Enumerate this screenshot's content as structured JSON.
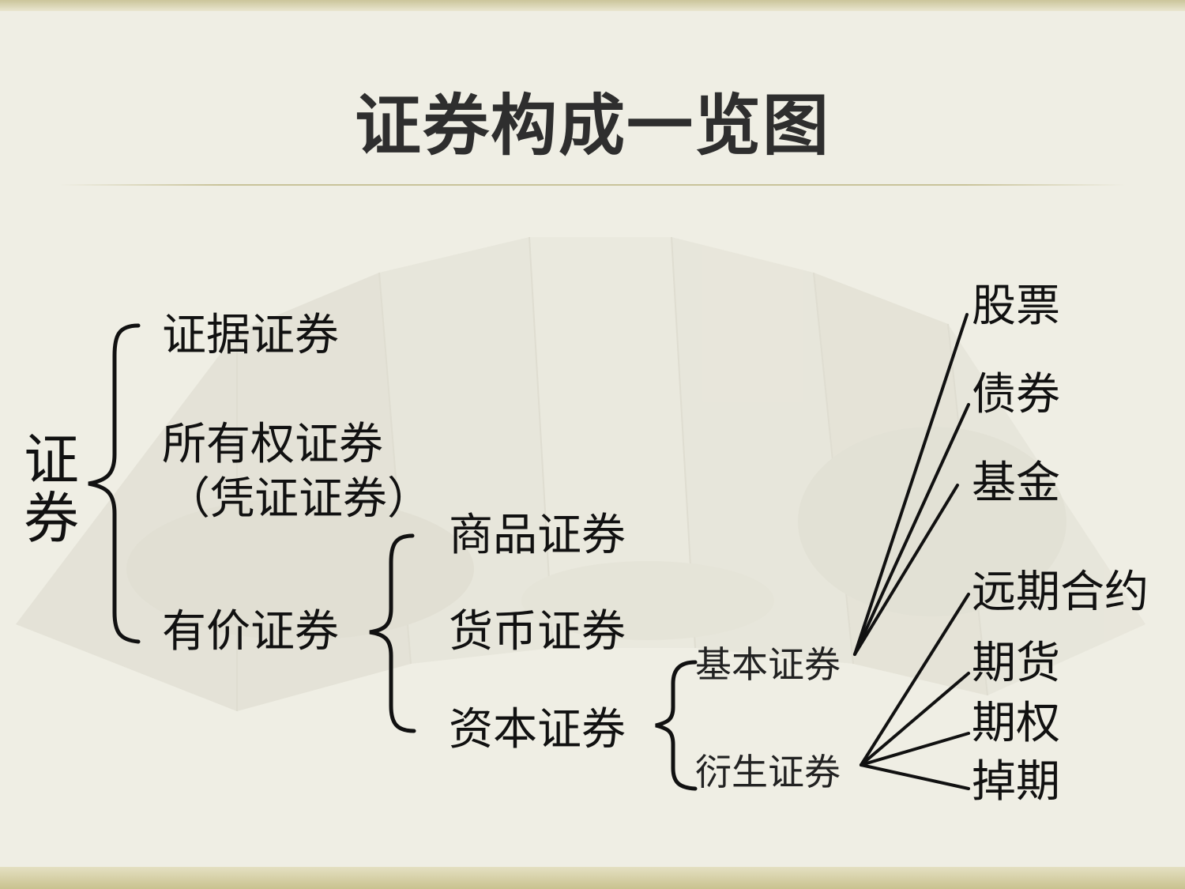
{
  "title": "证券构成一览图",
  "root": {
    "char1": "证",
    "char2": "券"
  },
  "level1": {
    "evidence": "证据证券",
    "ownership": "所有权证券",
    "ownership_note": "（凭证证券）",
    "valuable": "有价证券"
  },
  "level2": {
    "commodity": "商品证券",
    "currency": "货币证券",
    "capital": "资本证券"
  },
  "level3": {
    "basic": "基本证券",
    "derivative": "衍生证券"
  },
  "basic_items": [
    "股票",
    "债券",
    "基金"
  ],
  "derivative_items": [
    "远期合约",
    "期货",
    "期权",
    "掉期"
  ]
}
